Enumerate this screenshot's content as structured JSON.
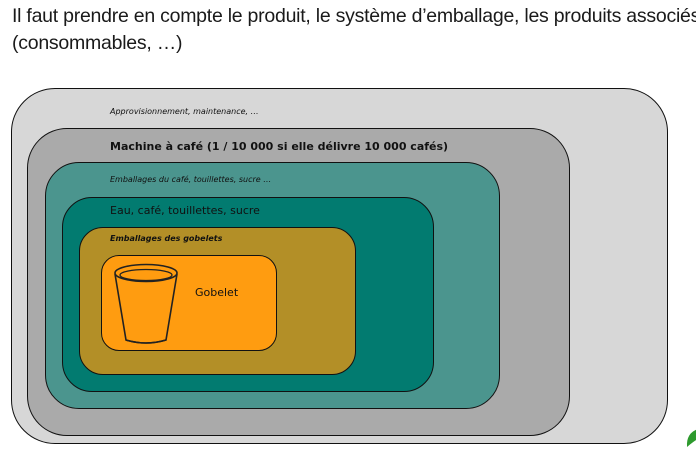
{
  "heading": {
    "line1": "Il faut prendre en compte le produit, le système d’emballage, les produits associés",
    "line2": "(consommables, …)"
  },
  "layers": [
    {
      "label": "Approvisionnement, maintenance, …",
      "color": "#d7d7d7"
    },
    {
      "label": "Machine à café (1 / 10 000 si elle délivre 10 000 cafés)",
      "color": "#aaaaaa"
    },
    {
      "label": "Emballages du  café, touillettes, sucre …",
      "color": "#4b958e"
    },
    {
      "label": "Eau, café, touillettes, sucre",
      "color": "#027b70"
    },
    {
      "label": "Emballages des gobelets",
      "color": "#b38f27"
    },
    {
      "label": "Gobelet",
      "color": "#ff9c10"
    }
  ],
  "icons": {
    "cup": "cup-icon",
    "leaf": "leaf-icon"
  }
}
